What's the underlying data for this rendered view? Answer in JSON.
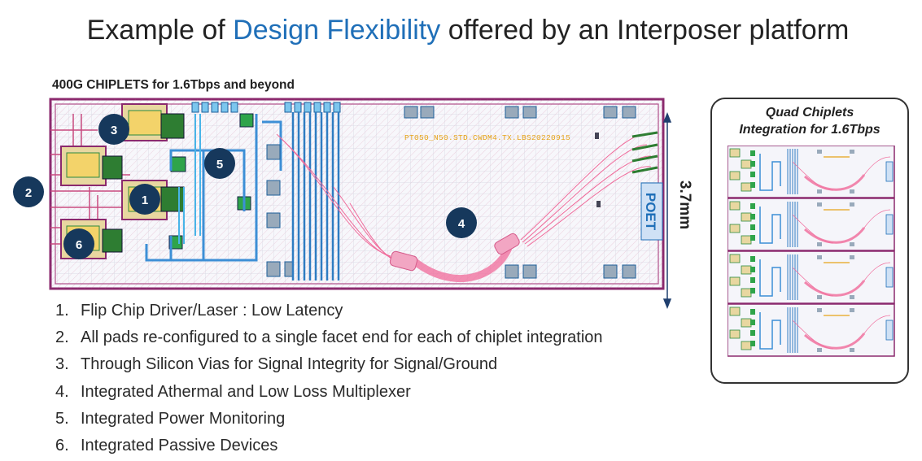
{
  "title": {
    "prefix": "Example of ",
    "highlight": "Design Flexibility",
    "suffix": " offered by an Interposer platform"
  },
  "subtitle": "400G CHIPLETS for 1.6Tbps and beyond",
  "dimension_label": "3.7mm",
  "chip_text": "PT050_N50.STD.CWDM4.TX.LBS20220915",
  "logo_text": "POET",
  "callouts": [
    "1",
    "2",
    "3",
    "4",
    "5",
    "6"
  ],
  "features": [
    {
      "num": "1.",
      "text": "Flip Chip Driver/Laser :  Low Latency"
    },
    {
      "num": "2.",
      "text": "All pads re-configured to a single facet end for each of chiplet integration"
    },
    {
      "num": "3.",
      "text": "Through Silicon Vias for Signal Integrity for Signal/Ground"
    },
    {
      "num": "4.",
      "text": "Integrated Athermal and Low Loss Multiplexer"
    },
    {
      "num": "5.",
      "text": "Integrated Power Monitoring"
    },
    {
      "num": "6.",
      "text": "Integrated Passive Devices"
    }
  ],
  "panel": {
    "title_line1": "Quad Chiplets",
    "title_line2": "Integration for 1.6Tbps"
  },
  "colors": {
    "accent": "#1f6fb8",
    "callout": "#16385c",
    "frame": "#8b2a6e",
    "waveguide": "#f06a9a",
    "trace": "#3d8fd6"
  }
}
